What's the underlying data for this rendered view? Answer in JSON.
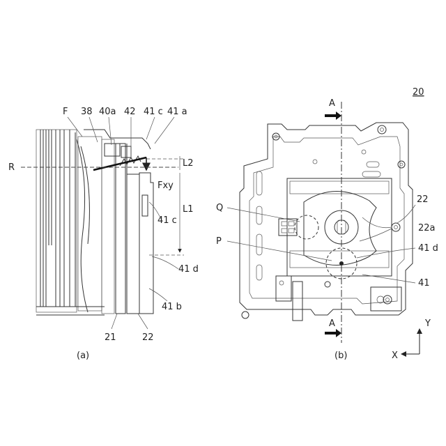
{
  "figure_left": {
    "caption": "(a)",
    "labels": {
      "F": "F",
      "l38": "38",
      "l40a": "40a",
      "l42": "42",
      "l41c_top": "41 c",
      "l41a": "41 a",
      "R": "R",
      "L2": "L2",
      "Fxy": "Fxy",
      "L1": "L1",
      "l41c_mid": "41 c",
      "l41d": "41 d",
      "l41b": "41 b",
      "l21": "21",
      "l22": "22"
    }
  },
  "figure_right": {
    "caption": "(b)",
    "ref_number": "20",
    "labels": {
      "A_top": "A",
      "A_bottom": "A",
      "Q": "Q",
      "P": "P",
      "l22": "22",
      "l22a": "22a",
      "l41d": "41 d",
      "l41": "41"
    }
  },
  "axes": {
    "y": "Y",
    "x": "X"
  }
}
